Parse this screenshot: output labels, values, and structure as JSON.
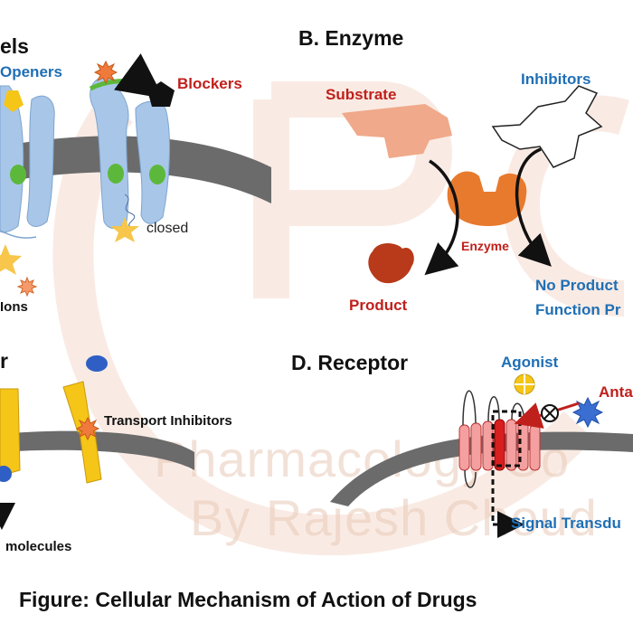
{
  "panels": {
    "a": {
      "title_fragment": "els",
      "openers_label": "Openers",
      "blockers_label": "Blockers",
      "closed_label": "closed",
      "ions_label": "Ions"
    },
    "b": {
      "title": "B. Enzyme",
      "substrate_label": "Substrate",
      "inhibitors_label": "Inhibitors",
      "enzyme_label": "Enzyme",
      "product_label": "Product",
      "no_product_line1": "No Product",
      "no_product_line2": "Function Pr"
    },
    "c": {
      "title_fragment": "r",
      "transport_inhibitors_label": "Transport  Inhibitors",
      "molecules_label": "molecules"
    },
    "d": {
      "title": "D. Receptor",
      "agonist_label": "Agonist",
      "antagonist_label": "Anta",
      "signal_label": "Signal Transdu"
    }
  },
  "watermark": {
    "line1": "Pharmacology Co",
    "line2": "By Rajesh Choud"
  },
  "caption": "Figure: Cellular Mechanism of Action of Drugs",
  "colors": {
    "blue_text": "#1f6fb5",
    "red_text": "#c0201c",
    "membrane": "#6b6b6b",
    "channel": "#a8c6e8",
    "enzyme": "#e87a2e",
    "substrate": "#f0a98a",
    "product": "#b83a1a",
    "transporter": "#f5c518",
    "receptor": "#f4a0a0"
  }
}
